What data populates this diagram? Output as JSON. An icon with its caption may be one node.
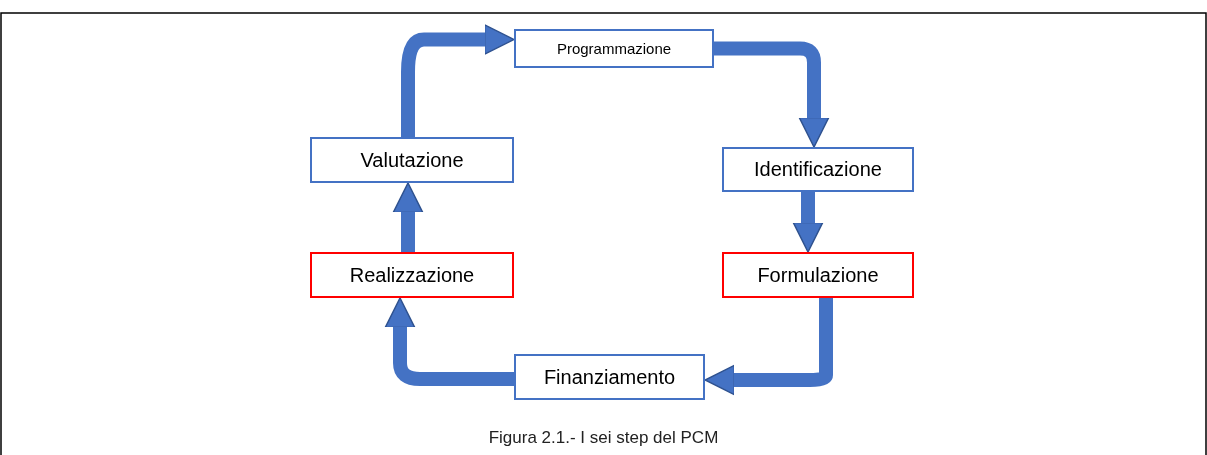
{
  "diagram": {
    "caption": "Figura 2.1.- I sei step del PCM",
    "nodes": [
      {
        "text": [
          "Programmazione"
        ]
      },
      {
        "text": [
          "Identificazione"
        ]
      },
      {
        "text": [
          "Formulazione"
        ]
      },
      {
        "text": [
          "Finanziamento"
        ]
      },
      {
        "text": [
          "Realizzazione"
        ]
      },
      {
        "text": [
          "Valutazione"
        ]
      }
    ],
    "edges": [
      {
        "from": 0,
        "to": 1,
        "arrow": "to"
      },
      {
        "from": 1,
        "to": 2,
        "arrow": "to"
      },
      {
        "from": 2,
        "to": 3,
        "arrow": "to"
      },
      {
        "from": 3,
        "to": 4,
        "arrow": "to"
      },
      {
        "from": 4,
        "to": 5,
        "arrow": "to"
      },
      {
        "from": 5,
        "to": 0,
        "arrow": "to"
      }
    ]
  }
}
